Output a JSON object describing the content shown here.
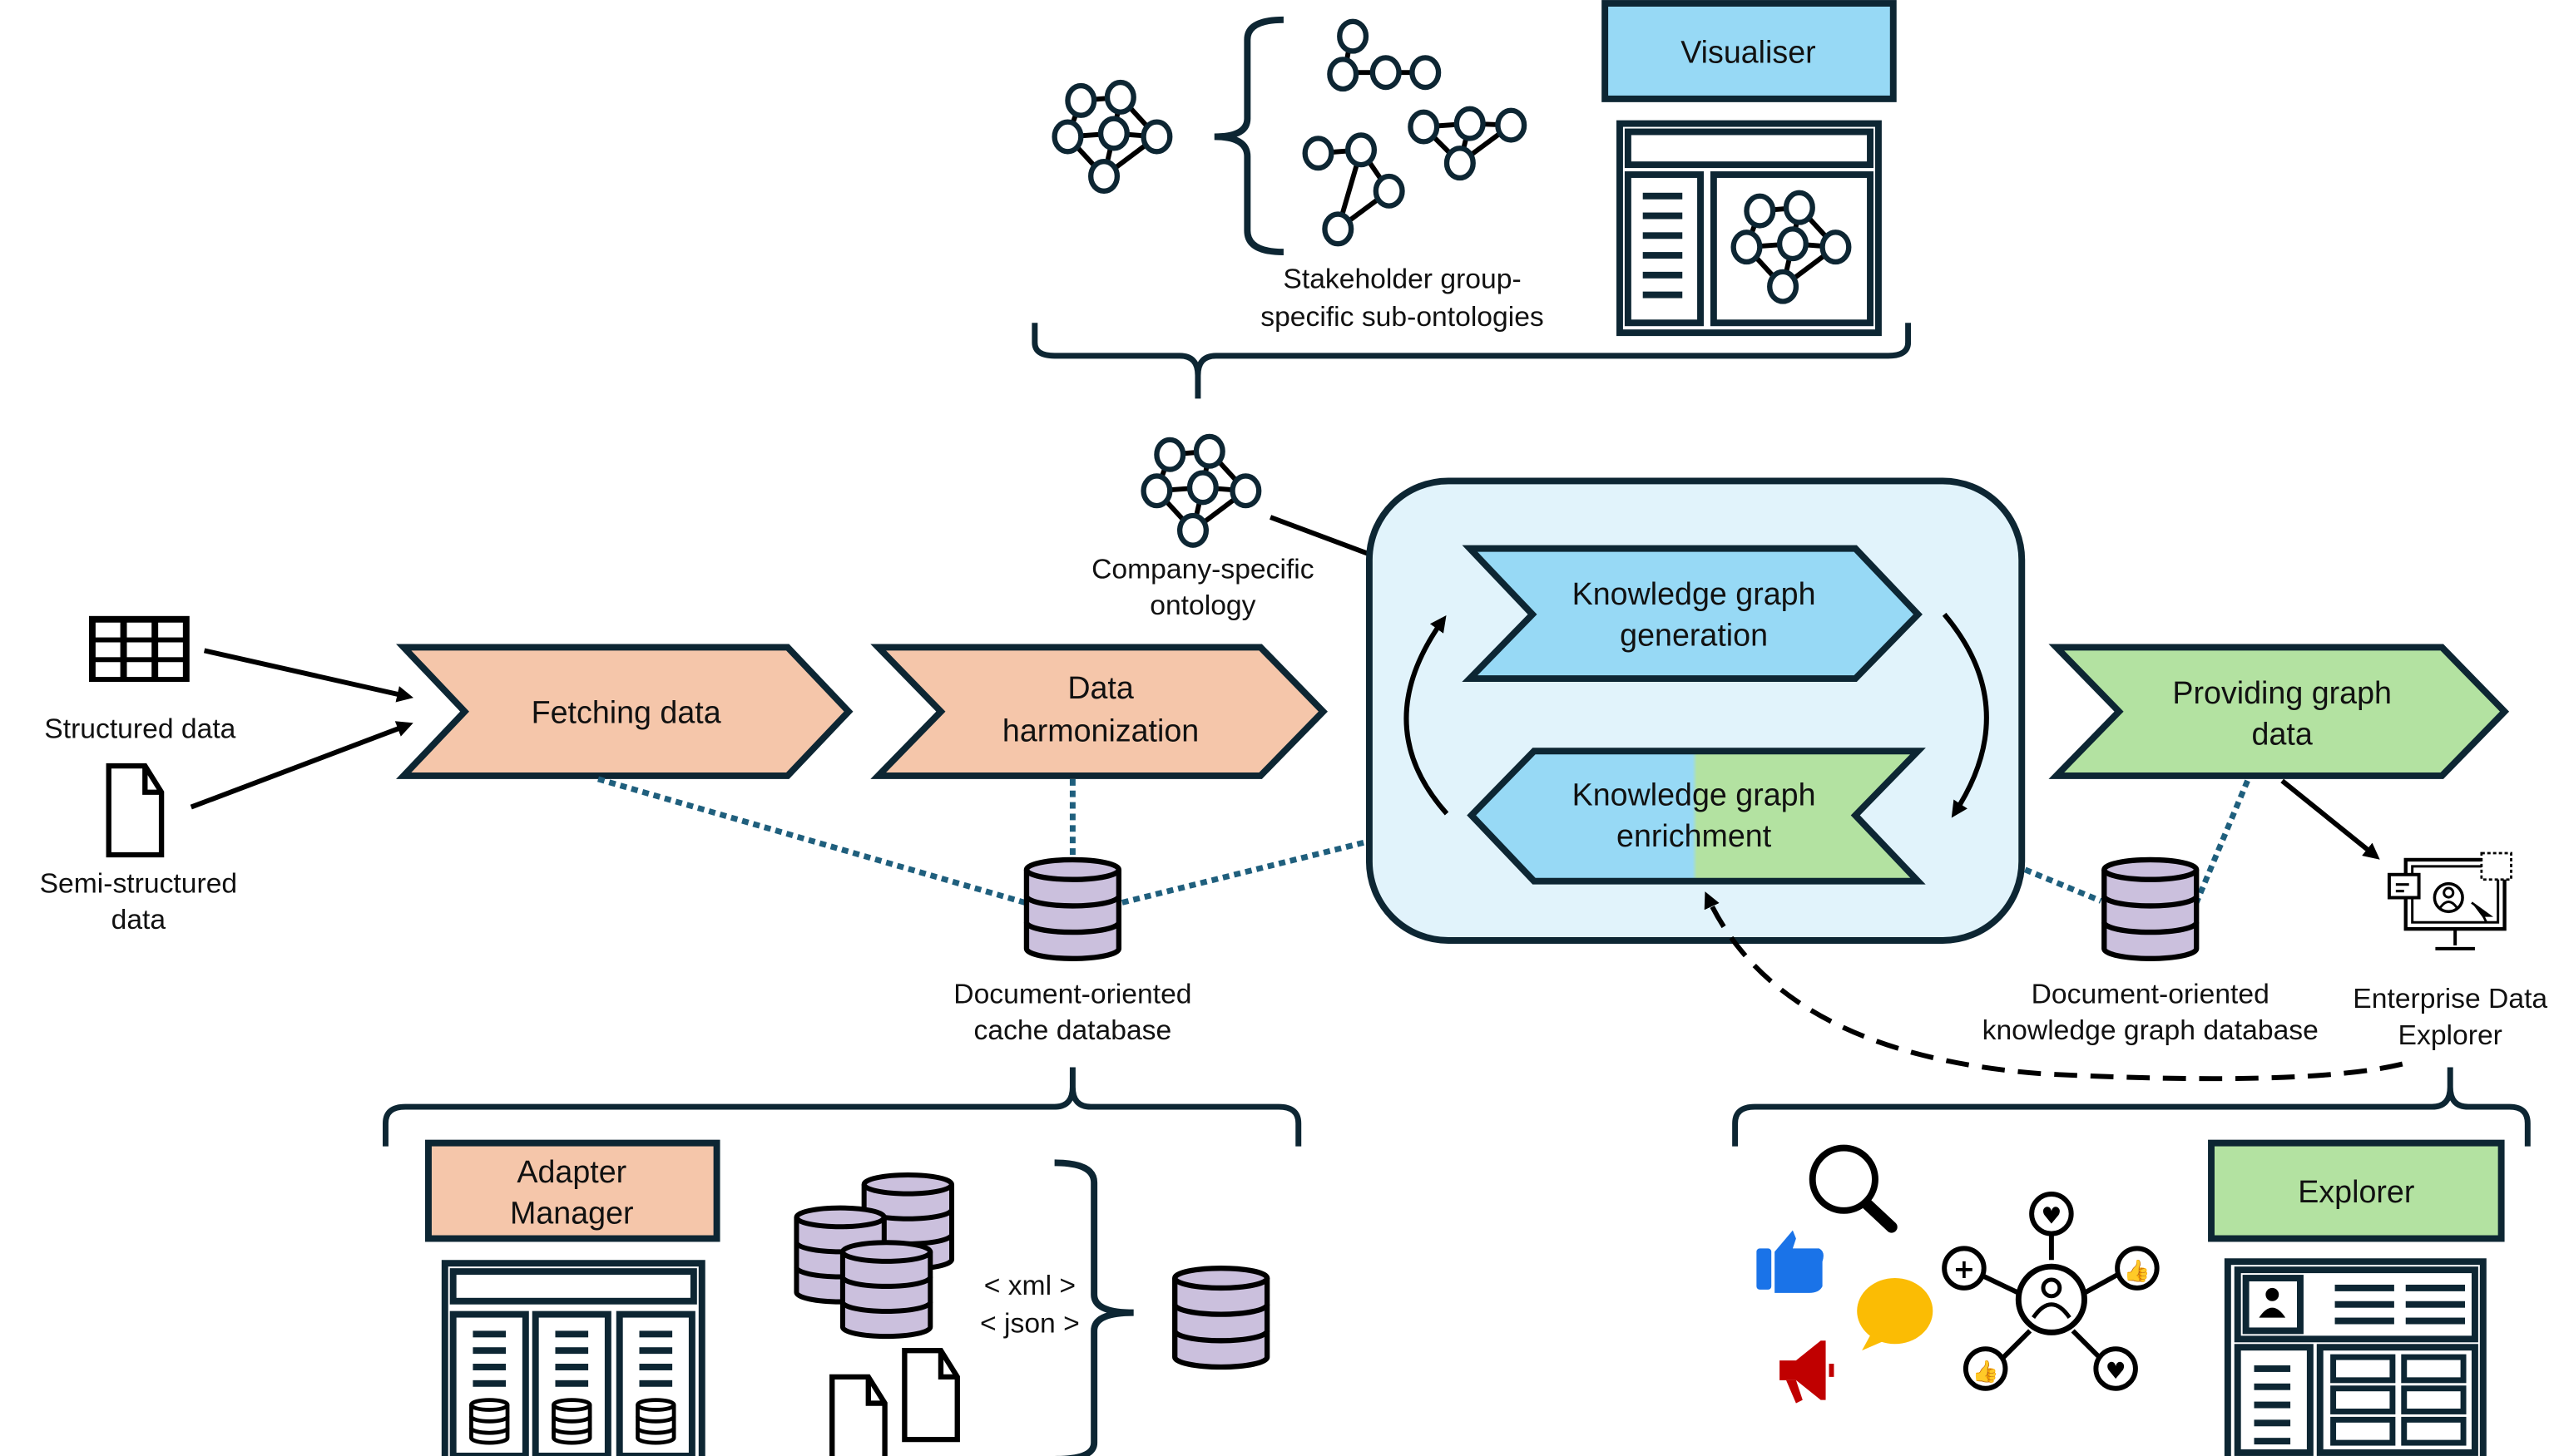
{
  "title": "Knowledge graph pipeline architecture",
  "colors": {
    "stroke": "#0d2633",
    "fetch": "#f5c6aa",
    "kg_blue": "#97d9f5",
    "kg_green": "#b3e2a1",
    "container": "#e1f3fb",
    "database": "#cbc0dd",
    "dotted": "#1f5f7d"
  },
  "inputs": {
    "structured": "Structured data",
    "semi_structured_line1": "Semi-structured",
    "semi_structured_line2": "data"
  },
  "steps": {
    "fetching": "Fetching data",
    "harmonization_line1": "Data",
    "harmonization_line2": "harmonization",
    "generation_line1": "Knowledge graph",
    "generation_line2": "generation",
    "enrichment_line1": "Knowledge graph",
    "enrichment_line2": "enrichment",
    "providing_line1": "Providing graph",
    "providing_line2": "data"
  },
  "ontology": {
    "company_line1": "Company-specific",
    "company_line2": "ontology",
    "sub_line1": "Stakeholder group-",
    "sub_line2": "specific sub-ontologies"
  },
  "databases": {
    "cache_line1": "Document-oriented",
    "cache_line2": "cache database",
    "kg_line1": "Document-oriented",
    "kg_line2": "knowledge graph database"
  },
  "explorer_target": {
    "line1": "Enterprise Data",
    "line2": "Explorer"
  },
  "components": {
    "visualiser": "Visualiser",
    "adapter_line1": "Adapter",
    "adapter_line2": "Manager",
    "explorer": "Explorer"
  },
  "formats": {
    "xml": "< xml >",
    "json": "< json >"
  }
}
